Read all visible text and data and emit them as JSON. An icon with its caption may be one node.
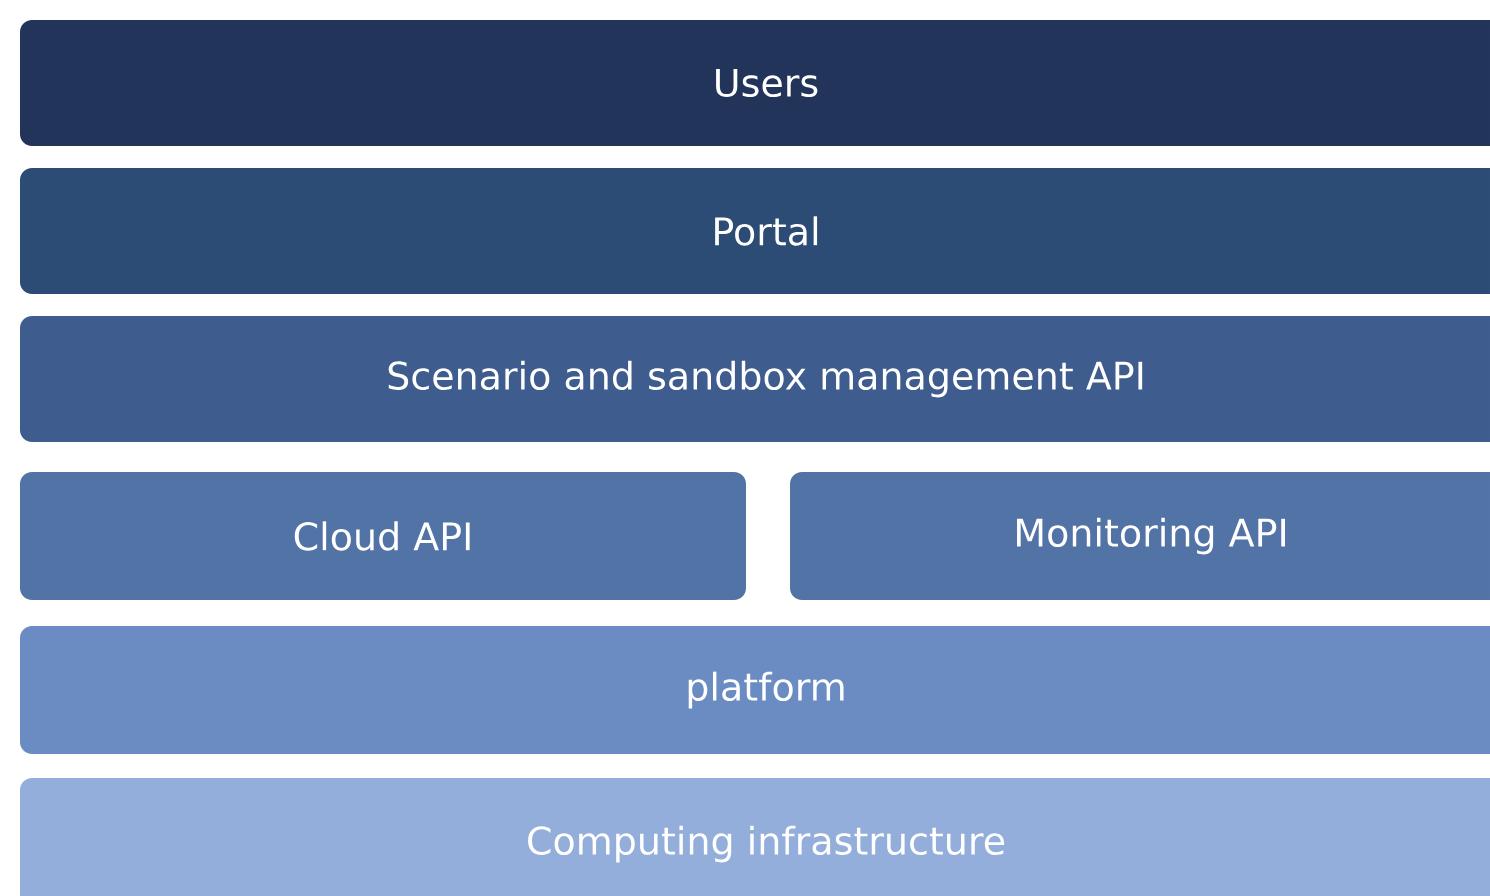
{
  "diagram": {
    "nodes": [
      {
        "text": [
          "Users"
        ]
      },
      {
        "text": [
          "Portal"
        ]
      },
      {
        "text": [
          "Scenario and sandbox management API"
        ]
      },
      {
        "text": [
          "Cloud API"
        ]
      },
      {
        "text": [
          "Monitoring API"
        ]
      },
      {
        "text": [
          "platform"
        ]
      },
      {
        "text": [
          "Computing infrastructure"
        ]
      }
    ]
  }
}
